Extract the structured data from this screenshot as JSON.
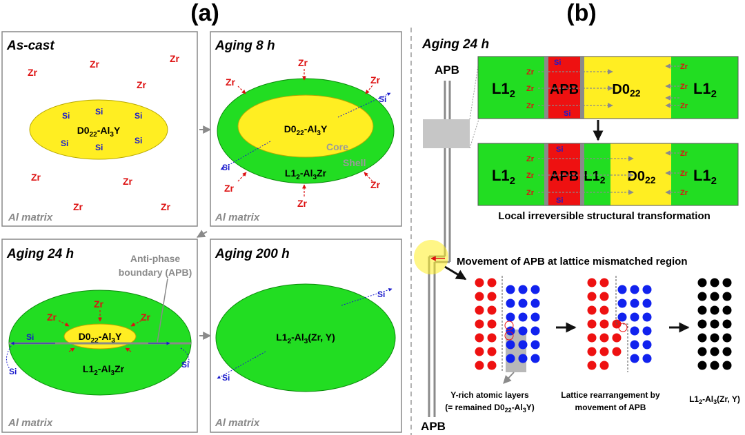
{
  "panel_a": {
    "label": "(a)",
    "boxes": {
      "as_cast": {
        "title": "As-cast",
        "matrix": "Al matrix",
        "phase": "D0",
        "phase_sub": "22",
        "phase_rest": "-Al",
        "phase_sub2": "3",
        "phase_end": "Y"
      },
      "aging_8h": {
        "title": "Aging 8 h",
        "matrix": "Al matrix",
        "core_label": "Core",
        "shell_label": "Shell",
        "core_phase": "D0",
        "core_sub": "22",
        "core_rest": "-Al",
        "core_sub2": "3",
        "core_end": "Y",
        "shell_phase": "L1",
        "shell_sub": "2",
        "shell_rest": "-Al",
        "shell_sub2": "3",
        "shell_end": "Zr"
      },
      "aging_24h": {
        "title": "Aging 24 h",
        "matrix": "Al matrix",
        "apb_line1": "Anti-phase",
        "apb_line2": "boundary (APB)",
        "core_phase": "D0",
        "core_sub": "22",
        "core_rest": "-Al",
        "core_sub2": "3",
        "core_end": "Y",
        "shell_phase": "L1",
        "shell_sub": "2",
        "shell_rest": "-Al",
        "shell_sub2": "3",
        "shell_end": "Zr"
      },
      "aging_200h": {
        "title": "Aging 200 h",
        "matrix": "Al matrix",
        "phase": "L1",
        "phase_sub": "2",
        "phase_rest": "-Al",
        "phase_sub2": "3",
        "phase_end": "(Zr, Y)"
      }
    },
    "zr": "Zr",
    "si": "Si"
  },
  "panel_b": {
    "label": "(b)",
    "title": "Aging 24 h",
    "apb_top": "APB",
    "apb_bottom": "APB",
    "strip1": {
      "l1_left": "L1",
      "l1_sub": "2",
      "apb": "APB",
      "d0": "D0",
      "d0_sub": "22",
      "l1_right": "L1",
      "l1_right_sub": "2"
    },
    "strip2": {
      "l1_left": "L1",
      "l1_sub": "2",
      "apb": "APB",
      "l1_mid": "L1",
      "l1_mid_sub": "2",
      "d0": "D0",
      "d0_sub": "22",
      "l1_right": "L1",
      "l1_right_sub": "2"
    },
    "caption_local": "Local irreversible structural transformation",
    "caption_movement": "Movement of APB at lattice mismatched region",
    "lattice_caption1_line1": "Y-rich atomic layers",
    "lattice_caption1_line2": "(= remained D0",
    "lattice_caption1_sub": "22",
    "lattice_caption1_end": "-Al",
    "lattice_caption1_sub2": "3",
    "lattice_caption1_tail": "Y)",
    "lattice_caption2_line1": "Lattice rearrangement by",
    "lattice_caption2_line2": "movement of APB",
    "lattice_caption3": "L1",
    "lattice_caption3_sub": "2",
    "lattice_caption3_rest": "-Al",
    "lattice_caption3_sub2": "3",
    "lattice_caption3_end": "(Zr, Y)"
  },
  "colors": {
    "green": "#22dd22",
    "yellow": "#ffee22",
    "red": "#ee1111",
    "blue": "#1122ee",
    "gray": "#8a8a8a",
    "zr_red": "#dd1111",
    "si_blue": "#1a1acc"
  }
}
